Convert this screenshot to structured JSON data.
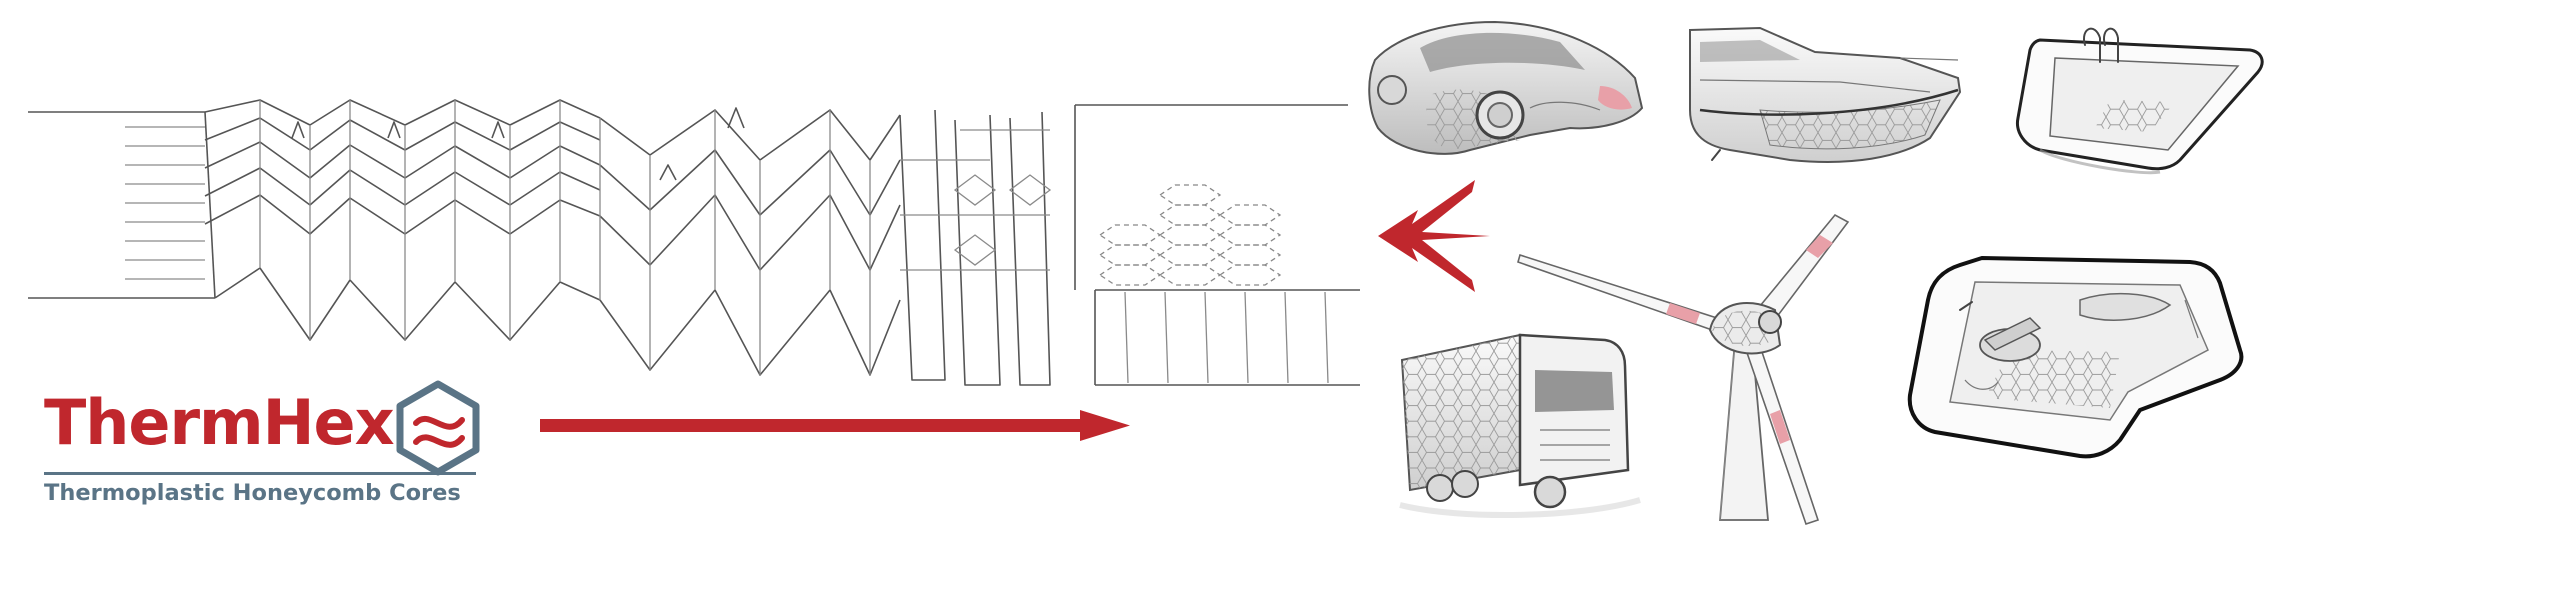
{
  "logo": {
    "name": "ThermHex",
    "tagline": "Thermoplastic Honeycomb Cores",
    "icon": "hexagon-logo-icon"
  },
  "colors": {
    "brand_red": "#c0272d",
    "brand_slate": "#5a7486",
    "line_gray": "#555555",
    "accent_pink": "#e8a0a8"
  },
  "icons": {
    "process_arrow": "arrow-right-icon",
    "applications_arrow": "triple-arrow-left-icon"
  },
  "applications": [
    {
      "name": "car",
      "icon": "sports-car-icon"
    },
    {
      "name": "yacht",
      "icon": "yacht-icon"
    },
    {
      "name": "hot-tub",
      "icon": "hot-tub-icon"
    },
    {
      "name": "truck",
      "icon": "truck-icon"
    },
    {
      "name": "wind-turbine",
      "icon": "wind-turbine-icon"
    },
    {
      "name": "shower-tray",
      "icon": "shower-tray-icon"
    }
  ]
}
